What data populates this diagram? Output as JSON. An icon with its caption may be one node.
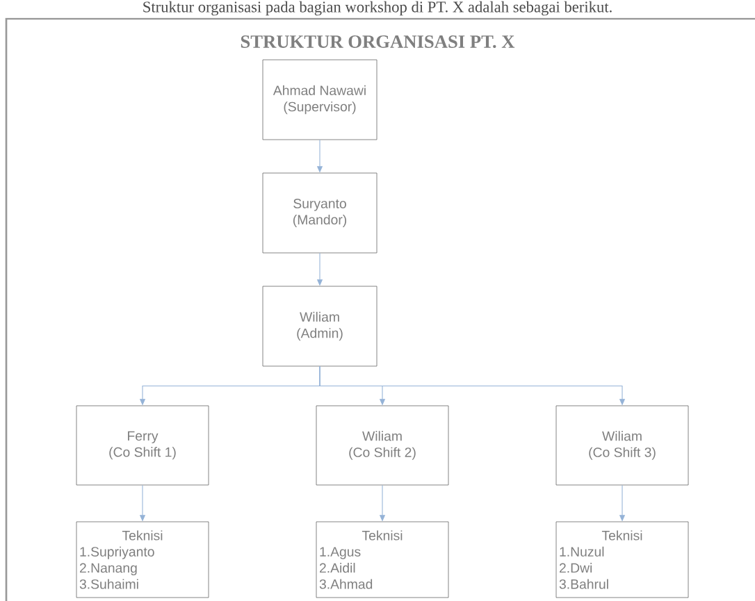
{
  "diagram": {
    "title": "STRUKTUR ORGANISASI PT. X",
    "nodes": [
      {
        "text": [
          "Ahmad Nawawi",
          "(Supervisor)"
        ]
      },
      {
        "text": [
          "Suryanto",
          "(Mandor)"
        ]
      },
      {
        "text": [
          "Wiliam",
          "(Admin)"
        ]
      },
      {
        "text": [
          "Ferry",
          "(Co Shift 1)"
        ]
      },
      {
        "text": [
          "Wiliam",
          "(Co Shift 2)"
        ]
      },
      {
        "text": [
          "Wiliam",
          "(Co Shift 3)"
        ]
      },
      {
        "text": [
          "Teknisi",
          "1.Supriyanto",
          "2.Nanang",
          "3.Suhaimi"
        ]
      },
      {
        "text": [
          "Teknisi",
          "1.Agus",
          "2.Aidil",
          "3.Ahmad"
        ]
      },
      {
        "text": [
          "Teknisi",
          "1.Nuzul",
          "2.Dwi",
          "3.Bahrul"
        ]
      }
    ],
    "edges": [
      {
        "from": 0,
        "to": 1,
        "arrow": "to"
      },
      {
        "from": 1,
        "to": 2,
        "arrow": "to"
      },
      {
        "from": 2,
        "to": 3,
        "arrow": "to"
      },
      {
        "from": 2,
        "to": 4,
        "arrow": "to"
      },
      {
        "from": 2,
        "to": 5,
        "arrow": "to"
      },
      {
        "from": 3,
        "to": 6,
        "arrow": "to"
      },
      {
        "from": 4,
        "to": 7,
        "arrow": "to"
      },
      {
        "from": 5,
        "to": 8,
        "arrow": "to"
      }
    ],
    "labels": [
      "Struktur organisasi pada bagian workshop di PT. X adalah sebagai berikut."
    ]
  }
}
